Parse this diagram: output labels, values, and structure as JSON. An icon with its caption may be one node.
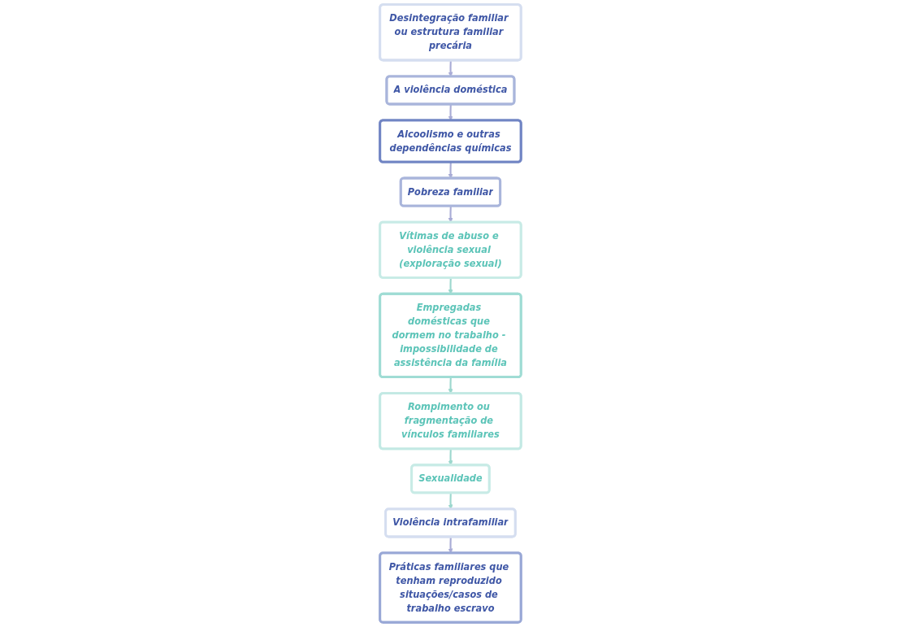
{
  "diagram": {
    "nodes": [
      {
        "text": [
          "Desintegração familiar ou estrutura familiar precária"
        ]
      },
      {
        "text": [
          "A violência doméstica"
        ]
      },
      {
        "text": [
          "Alcoolismo e outras dependências químicas"
        ]
      },
      {
        "text": [
          "Pobreza familiar"
        ]
      },
      {
        "text": [
          "Vítimas de abuso e violência sexual (exploração sexual)"
        ]
      },
      {
        "text": [
          "Empregadas domésticas que dormem no trabalho - impossibilidade de assistência da família"
        ]
      },
      {
        "text": [
          "Rompimento ou fragmentação de vínculos familiares"
        ]
      },
      {
        "text": [
          "Sexualidade"
        ]
      },
      {
        "text": [
          "Violência intrafamiliar"
        ]
      },
      {
        "text": [
          "Práticas familiares que tenham reproduzido situações/casos de trabalho escravo"
        ]
      }
    ],
    "edges": [
      {
        "from": 0,
        "to": 1,
        "arrow": "to"
      },
      {
        "from": 1,
        "to": 2,
        "arrow": "to"
      },
      {
        "from": 2,
        "to": 3,
        "arrow": "to"
      },
      {
        "from": 3,
        "to": 4,
        "arrow": "to"
      },
      {
        "from": 4,
        "to": 5,
        "arrow": "to",
        "color": "#9dd8ce"
      },
      {
        "from": 5,
        "to": 6,
        "arrow": "to",
        "color": "#9dd8ce"
      },
      {
        "from": 6,
        "to": 7,
        "arrow": "to",
        "color": "#9dd8ce"
      },
      {
        "from": 7,
        "to": 8,
        "arrow": "to",
        "color": "#9dd8ce"
      },
      {
        "from": 8,
        "to": 9,
        "arrow": "to"
      }
    ]
  }
}
